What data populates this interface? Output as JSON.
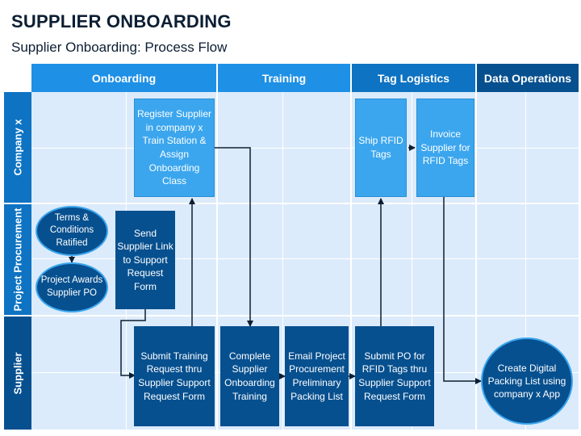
{
  "header": {
    "title": "SUPPLIER ONBOARDING",
    "subtitle": "Supplier Onboarding: Process Flow"
  },
  "columns": [
    {
      "label": "Onboarding"
    },
    {
      "label": "Training"
    },
    {
      "label": "Tag Logistics"
    },
    {
      "label": "Data Operations"
    }
  ],
  "rows": [
    {
      "label": "Company x"
    },
    {
      "label": "Project Procurement"
    },
    {
      "label": "Supplier"
    }
  ],
  "steps": {
    "register": "Register Supplier in company x Train Station & Assign Onboarding Class",
    "ship_rfid": "Ship RFID Tags",
    "invoice": "Invoice Supplier for RFID Tags",
    "terms": "Terms & Conditions Ratified",
    "awards": "Project Awards Supplier PO",
    "send_link": "Send Supplier Link to Support Request Form",
    "submit_training": "Submit Training Request thru Supplier Support Request Form",
    "complete_training": "Complete Supplier Onboarding Training",
    "email_list": "Email Project Procurement Preliminary Packing List",
    "submit_po": "Submit PO for RFID Tags thru Supplier Support Request Form",
    "digital_list": "Create Digital Packing List using company x App"
  },
  "colors": {
    "col_head_primary": "#0e73c2",
    "col_head_light": "#1e90e6",
    "row_head": "#07508f",
    "lane_fill": "#dcebfb",
    "grid_line": "#ffffff",
    "box_light": "#3ba6ee",
    "box_dark": "#07508f",
    "arrow": "#0b1e33"
  }
}
